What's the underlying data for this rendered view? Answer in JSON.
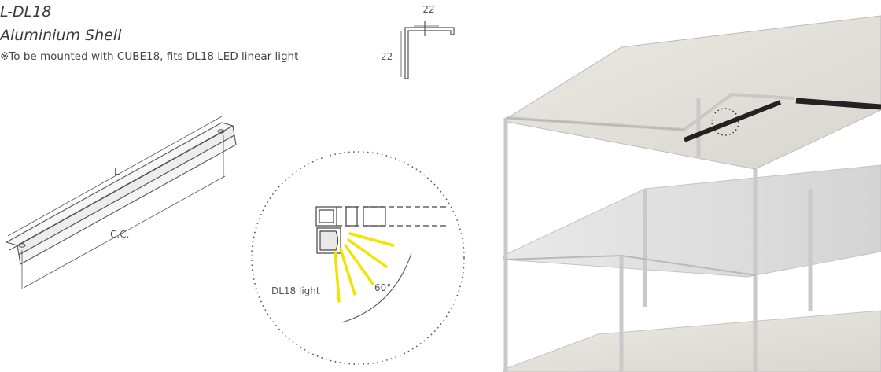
{
  "product": {
    "code": "L-DL18",
    "name": "Aluminium Shell",
    "note": "※To be mounted with CUBE18, fits DL18 LED linear light"
  },
  "profile_section": {
    "width_label": "22",
    "height_label": "22"
  },
  "rail_drawing": {
    "length_label": "L",
    "center_label": "C.C."
  },
  "detail_view": {
    "light_label": "DL18 light",
    "angle_label": "60°"
  },
  "colors": {
    "beam": "#f2e400",
    "line": "#555555",
    "wood": "#e4e1dc",
    "frame": "#d6d6d6"
  }
}
